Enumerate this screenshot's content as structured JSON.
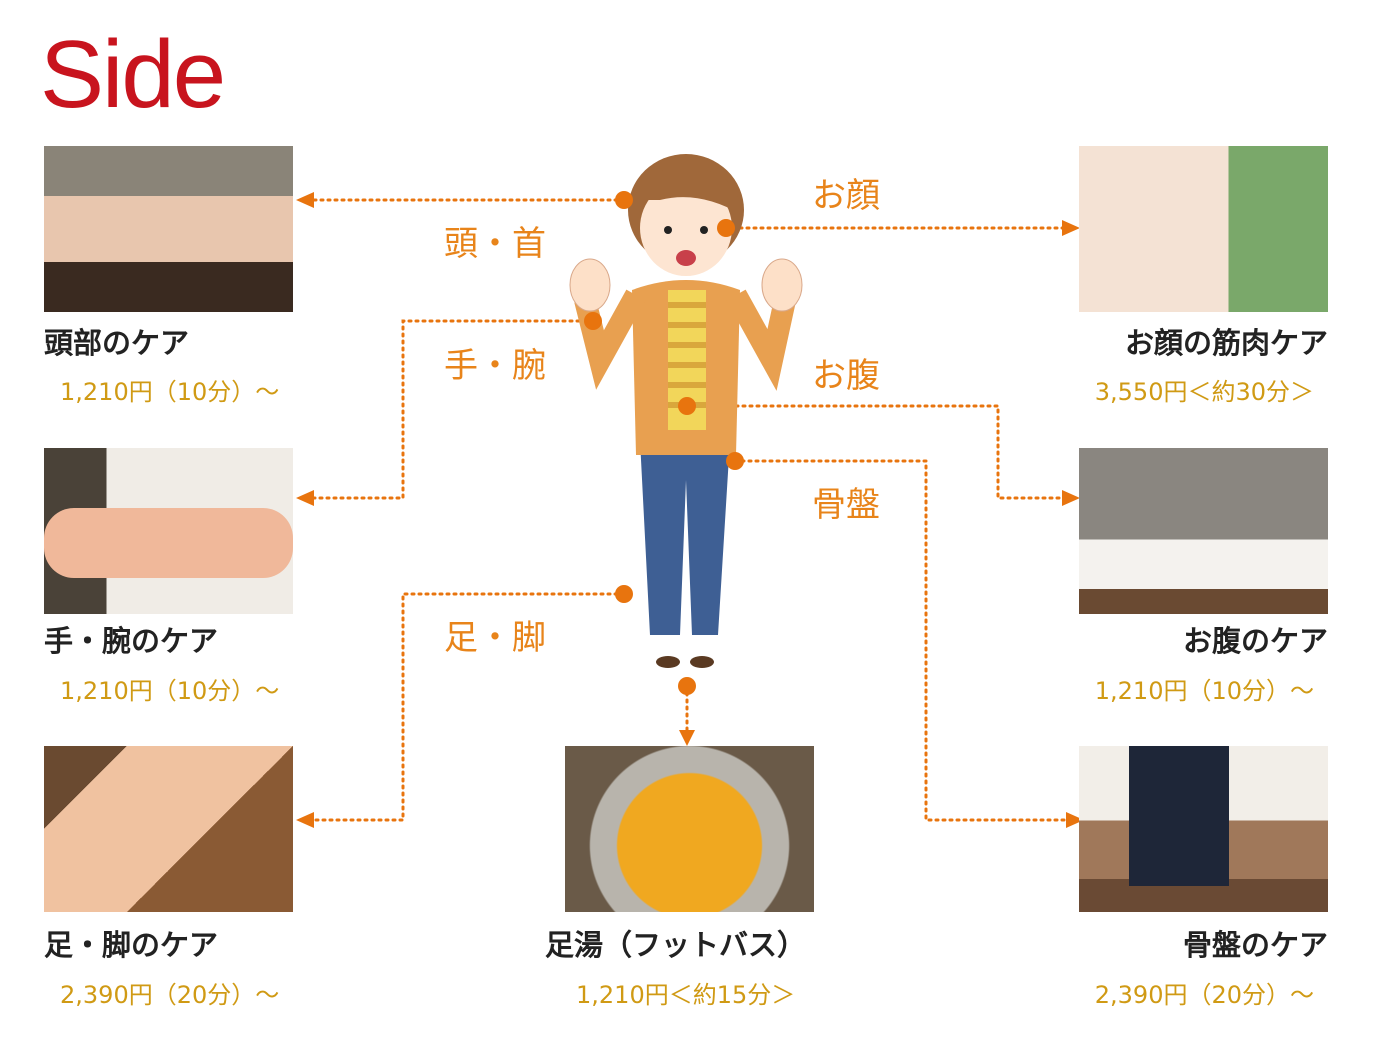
{
  "logo": "Side",
  "labels": {
    "face": "お顔",
    "head": "頭・首",
    "hand": "手・腕",
    "belly": "お腹",
    "pelvis": "骨盤",
    "leg": "足・脚"
  },
  "menus": [
    {
      "title": "頭部のケア",
      "price": "1,210円（10分）～"
    },
    {
      "title": "手・腕のケア",
      "price": "1,210円（10分）～"
    },
    {
      "title": "足・脚のケア",
      "price": "2,390円（20分）～"
    },
    {
      "title": "お顔の筋肉ケア",
      "price": "3,550円＜約30分＞"
    },
    {
      "title": "お腹のケア",
      "price": "1,210円（10分）～"
    },
    {
      "title": "骨盤のケア",
      "price": "2,390円（20分）～"
    },
    {
      "title": "足湯（フットバス）",
      "price": "1,210円＜約15分＞"
    }
  ],
  "colors": {
    "accent": "#e8740e",
    "price": "#d09a14",
    "logo": "#c8141e"
  }
}
